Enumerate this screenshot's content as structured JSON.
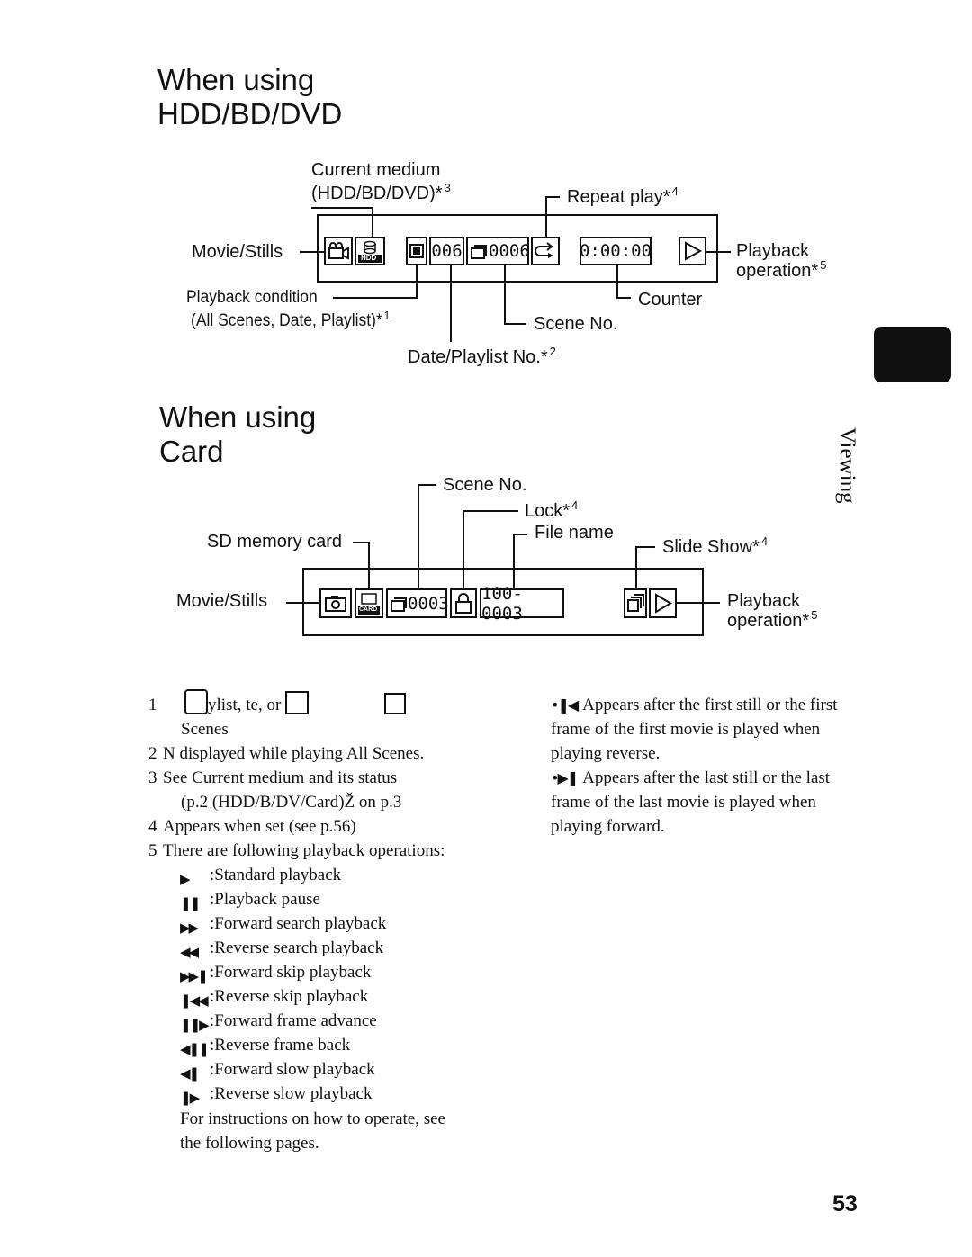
{
  "hdd_section": {
    "title_line1": "When using",
    "title_line2": "HDD/BD/DVD",
    "labels": {
      "current_medium": "Current medium",
      "current_medium_sub": "(HDD/BD/DVD)*",
      "current_medium_note": "3",
      "repeat_play": "Repeat play*",
      "repeat_play_note": "4",
      "movie_stills": "Movie/Stills",
      "playback": "Playback",
      "operation": "operation*",
      "operation_note": "5",
      "playback_condition": "Playback condition",
      "playback_condition_sub": "(All Scenes, Date, Playlist)*",
      "playback_condition_note": "1",
      "counter": "Counter",
      "scene_no": "Scene No.",
      "date_playlist_no": "Date/Playlist No.*",
      "date_playlist_note": "2"
    },
    "display": {
      "hdd_icon_text": "HDD",
      "date_no": "006",
      "scene_no": "0006",
      "counter": "0:00:00"
    }
  },
  "card_section": {
    "title_line1": "When using",
    "title_line2": "Card",
    "labels": {
      "scene_no": "Scene No.",
      "lock": "Lock*",
      "lock_note": "4",
      "file_name": "File name",
      "sd_memory_card": "SD memory card",
      "slide_show": "Slide Show*",
      "slide_show_note": "4",
      "movie_stills": "Movie/Stills",
      "playback": "Playback",
      "operation": "operation*",
      "operation_note": "5"
    },
    "display": {
      "card_icon_text": "CARD",
      "scene_no": "0003",
      "file_name": "100-0003"
    }
  },
  "footnotes": [
    {
      "num": "1",
      "text": "ylist,  te, or",
      "text2": "Scenes"
    },
    {
      "num": "2",
      "text": "N displayed while playing All Scenes."
    },
    {
      "num": "3",
      "text": "See Current medium and its status",
      "text2": "(p.2 (HDD/B/DV/Card)Ž on p.3"
    },
    {
      "num": "4",
      "text": "Appears when set (see p.56)"
    },
    {
      "num": "5",
      "text": "There are following playback operations:"
    }
  ],
  "operations": [
    {
      "glyph": "▶",
      "text": ":Standard playback"
    },
    {
      "glyph": "❚❚",
      "text": ":Playback pause"
    },
    {
      "glyph": "▶▶",
      "text": ":Forward search playback"
    },
    {
      "glyph": "◀◀",
      "text": ":Reverse search playback"
    },
    {
      "glyph": "▶▶❚",
      "text": ":Forward skip playback"
    },
    {
      "glyph": "❚◀◀",
      "text": ":Reverse skip playback"
    },
    {
      "glyph": "❚❚▶",
      "text": ":Forward frame advance"
    },
    {
      "glyph": "◀❚❚",
      "text": ":Reverse frame back"
    },
    {
      "glyph": "◀❚",
      "text": ":Forward slow playback"
    },
    {
      "glyph": "❚▶",
      "text": ":Reverse slow playback"
    }
  ],
  "closing_text": "For instructions on how to operate, see",
  "closing_text2": "the following pages.",
  "right_notes": [
    {
      "glyph": "•❚◀",
      "line1": "Appears after the first still or the first",
      "line2": "frame of the first movie is played when",
      "line3": "playing reverse."
    },
    {
      "glyph": "•▶❚",
      "line1": "Appears after the last still or the last",
      "line2": "frame of the last movie is played when",
      "line3": "playing forward."
    }
  ],
  "side_tab": "Viewing",
  "page_number": "53"
}
